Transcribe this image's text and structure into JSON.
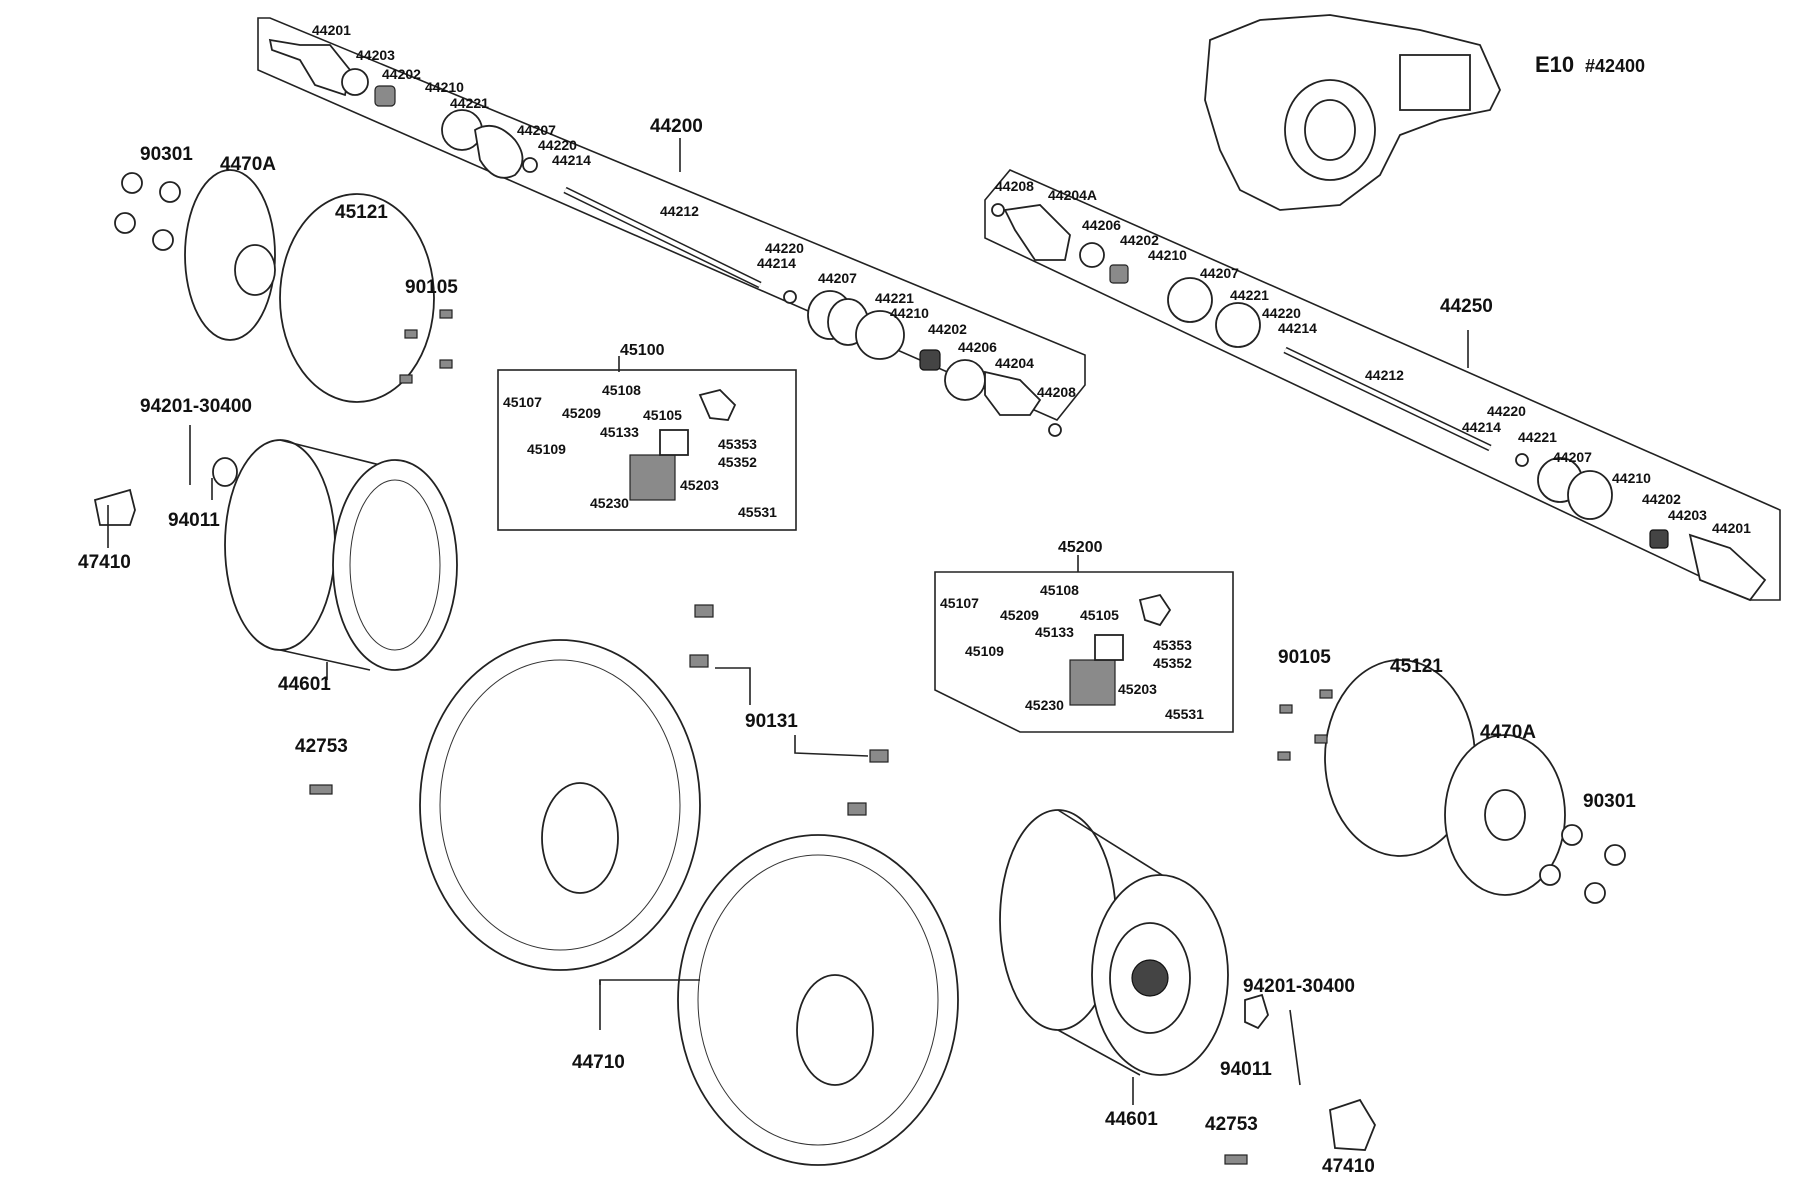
{
  "title": {
    "code": "E10",
    "part": "#42400"
  },
  "labels": {
    "l44201a": "44201",
    "l44203a": "44203",
    "l44202a": "44202",
    "l44210a": "44210",
    "l44221a": "44221",
    "l44207a": "44207",
    "l44220a": "44220",
    "l44214a": "44214",
    "l44200": "44200",
    "l44212a": "44212",
    "l44220b": "44220",
    "l44214b": "44214",
    "l44207b": "44207",
    "l44221b": "44221",
    "l44210b": "44210",
    "l44202b": "44202",
    "l44206a": "44206",
    "l44204": "44204",
    "l44208a": "44208",
    "l90301a": "90301",
    "l4470Aa": "4470A",
    "l45121a": "45121",
    "l90105a": "90105",
    "l94201a": "94201-30400",
    "l94011a": "94011",
    "l47410a": "47410",
    "l44601a": "44601",
    "l45100": "45100",
    "l45107a": "45107",
    "l45108a": "45108",
    "l45209a": "45209",
    "l45105a": "45105",
    "l45133a": "45133",
    "l45353a": "45353",
    "l45109a": "45109",
    "l45352a": "45352",
    "l45203a": "45203",
    "l45230a": "45230",
    "l45531a": "45531",
    "l44208b": "44208",
    "l44204A": "44204A",
    "l44206b": "44206",
    "l44202c": "44202",
    "l44210c": "44210",
    "l44207c": "44207",
    "l44221c": "44221",
    "l44220c": "44220",
    "l44214c": "44214",
    "l44250": "44250",
    "l44212b": "44212",
    "l44220d": "44220",
    "l44214d": "44214",
    "l44221d": "44221",
    "l44207d": "44207",
    "l44210d": "44210",
    "l44202d": "44202",
    "l44203b": "44203",
    "l44201b": "44201",
    "l45200": "45200",
    "l45107b": "45107",
    "l45108b": "45108",
    "l45209b": "45209",
    "l45105b": "45105",
    "l45133b": "45133",
    "l45353b": "45353",
    "l45109b": "45109",
    "l45352b": "45352",
    "l45203b": "45203",
    "l45230b": "45230",
    "l45531b": "45531",
    "l90131": "90131",
    "l42753a": "42753",
    "l44710": "44710",
    "l44601b": "44601",
    "l94201b": "94201-30400",
    "l94011b": "94011",
    "l42753b": "42753",
    "l47410b": "47410",
    "l90105b": "90105",
    "l45121b": "45121",
    "l4470Ab": "4470A",
    "l90301b": "90301"
  }
}
